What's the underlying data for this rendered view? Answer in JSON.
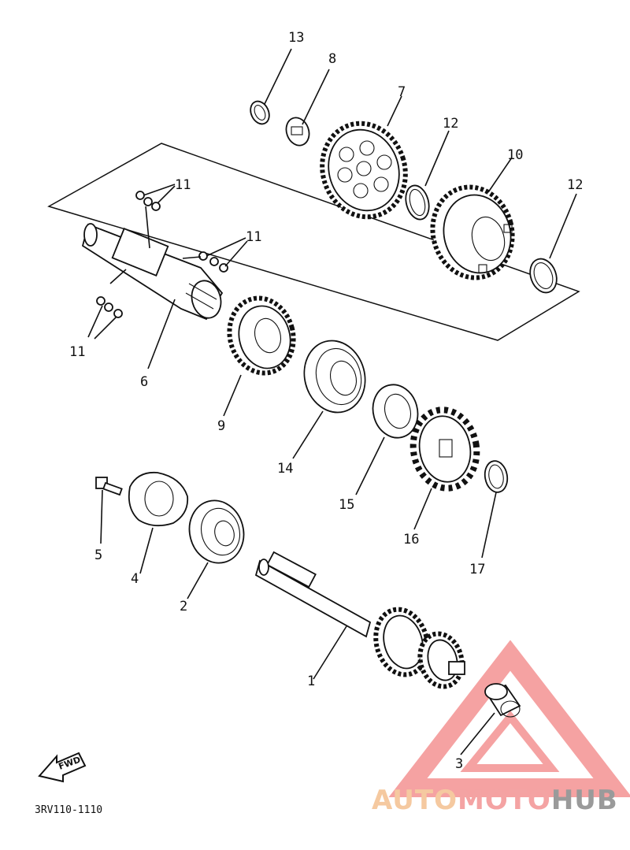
{
  "diagram": {
    "part_numbers": [
      "13",
      "8",
      "7",
      "12",
      "10",
      "12",
      "11",
      "11",
      "11",
      "6",
      "9",
      "14",
      "15",
      "16",
      "17",
      "5",
      "4",
      "2",
      "1",
      "3"
    ],
    "fwd_label": "FWD",
    "drawing_code": "3RV110-1110"
  },
  "watermark": {
    "auto": "AUTO",
    "moto": "MOTO",
    "hub": "HUB",
    "colors": {
      "auto": "#f5c9a0",
      "moto": "#f4a3a3",
      "hub": "#9a9a9a",
      "triangle": "#f28b8b"
    }
  }
}
